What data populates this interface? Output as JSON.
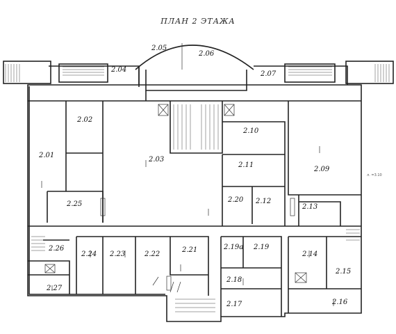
{
  "title": "ПЛАН 2 ЭТАЖА",
  "side_note": "л. =3.10",
  "watermark": "",
  "rooms": [
    {
      "id": "2.01",
      "label": "2.01"
    },
    {
      "id": "2.02",
      "label": "2.02"
    },
    {
      "id": "2.03",
      "label": "2.03"
    },
    {
      "id": "2.04",
      "label": "2.04"
    },
    {
      "id": "2.05",
      "label": "2.05"
    },
    {
      "id": "2.06",
      "label": "2.06"
    },
    {
      "id": "2.07",
      "label": "2.07"
    },
    {
      "id": "2.09",
      "label": "2.09"
    },
    {
      "id": "2.10",
      "label": "2.10"
    },
    {
      "id": "2.11",
      "label": "2.11"
    },
    {
      "id": "2.12",
      "label": "2.12"
    },
    {
      "id": "2.13",
      "label": "2.13"
    },
    {
      "id": "2.14",
      "label": "2.14"
    },
    {
      "id": "2.15",
      "label": "2.15"
    },
    {
      "id": "2.16",
      "label": "2.16"
    },
    {
      "id": "2.17",
      "label": "2.17"
    },
    {
      "id": "2.18",
      "label": "2.18"
    },
    {
      "id": "2.19",
      "label": "2.19"
    },
    {
      "id": "2.19a",
      "label": "2.19a"
    },
    {
      "id": "2.20",
      "label": "2.20"
    },
    {
      "id": "2.21",
      "label": "2.21"
    },
    {
      "id": "2.22",
      "label": "2.22"
    },
    {
      "id": "2.23",
      "label": "2.23"
    },
    {
      "id": "2.24",
      "label": "2.24"
    },
    {
      "id": "2.25",
      "label": "2.25"
    },
    {
      "id": "2.26",
      "label": "2.26"
    },
    {
      "id": "2.27",
      "label": "2.27"
    }
  ]
}
